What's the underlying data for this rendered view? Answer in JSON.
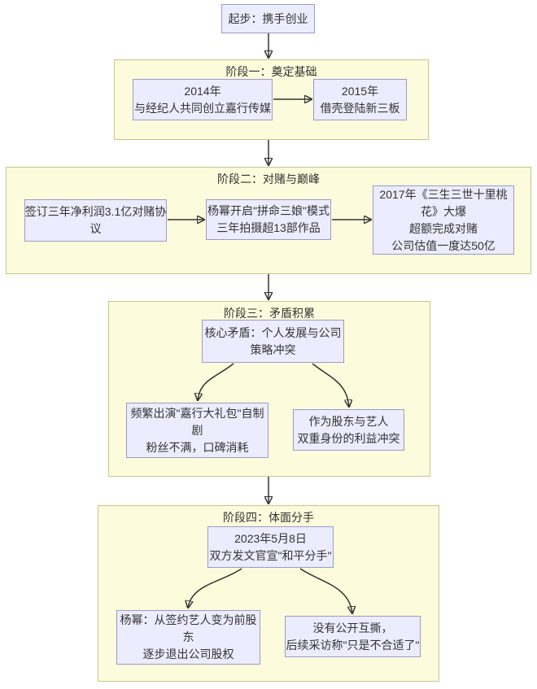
{
  "colors": {
    "background": "#ffffff",
    "cluster_fill": "#fcfcdc",
    "cluster_border": "#c6c687",
    "node_fill": "#ececff",
    "node_border": "#9a9ac8",
    "edge": "#333333",
    "text": "#333333"
  },
  "flowchart": {
    "start": {
      "lines": [
        "起步：携手创业"
      ]
    },
    "stages": [
      {
        "label": "阶段一：奠定基础",
        "boxes": [
          {
            "lines": [
              "2014年",
              "与经纪人共同创立嘉行传媒"
            ]
          },
          {
            "lines": [
              "2015年",
              "借壳登陆新三板"
            ]
          }
        ]
      },
      {
        "label": "阶段二：对赌与巅峰",
        "boxes": [
          {
            "lines": [
              "签订三年净利润3.1亿对赌协",
              "议"
            ]
          },
          {
            "lines": [
              "杨幂开启\"拼命三娘\"模式",
              "三年拍摄超13部作品"
            ]
          },
          {
            "lines": [
              "2017年《三生三世十里桃",
              "花》大爆",
              "超额完成对赌",
              "公司估值一度达50亿"
            ]
          }
        ]
      },
      {
        "label": "阶段三：矛盾积累",
        "boxes": [
          {
            "lines": [
              "核心矛盾：个人发展与公司",
              "策略冲突"
            ]
          },
          {
            "lines": [
              "频繁出演\"嘉行大礼包\"自制",
              "剧",
              "粉丝不满，口碑消耗"
            ]
          },
          {
            "lines": [
              "作为股东与艺人",
              "双重身份的利益冲突"
            ]
          }
        ]
      },
      {
        "label": "阶段四：体面分手",
        "boxes": [
          {
            "lines": [
              "2023年5月8日",
              "双方发文官宣\"和平分手\""
            ]
          },
          {
            "lines": [
              "杨幂：从签约艺人变为前股",
              "东",
              "逐步退出公司股权"
            ]
          },
          {
            "lines": [
              "没有公开互撕，",
              "后续采访称\"只是不合适了\""
            ]
          }
        ]
      }
    ]
  }
}
